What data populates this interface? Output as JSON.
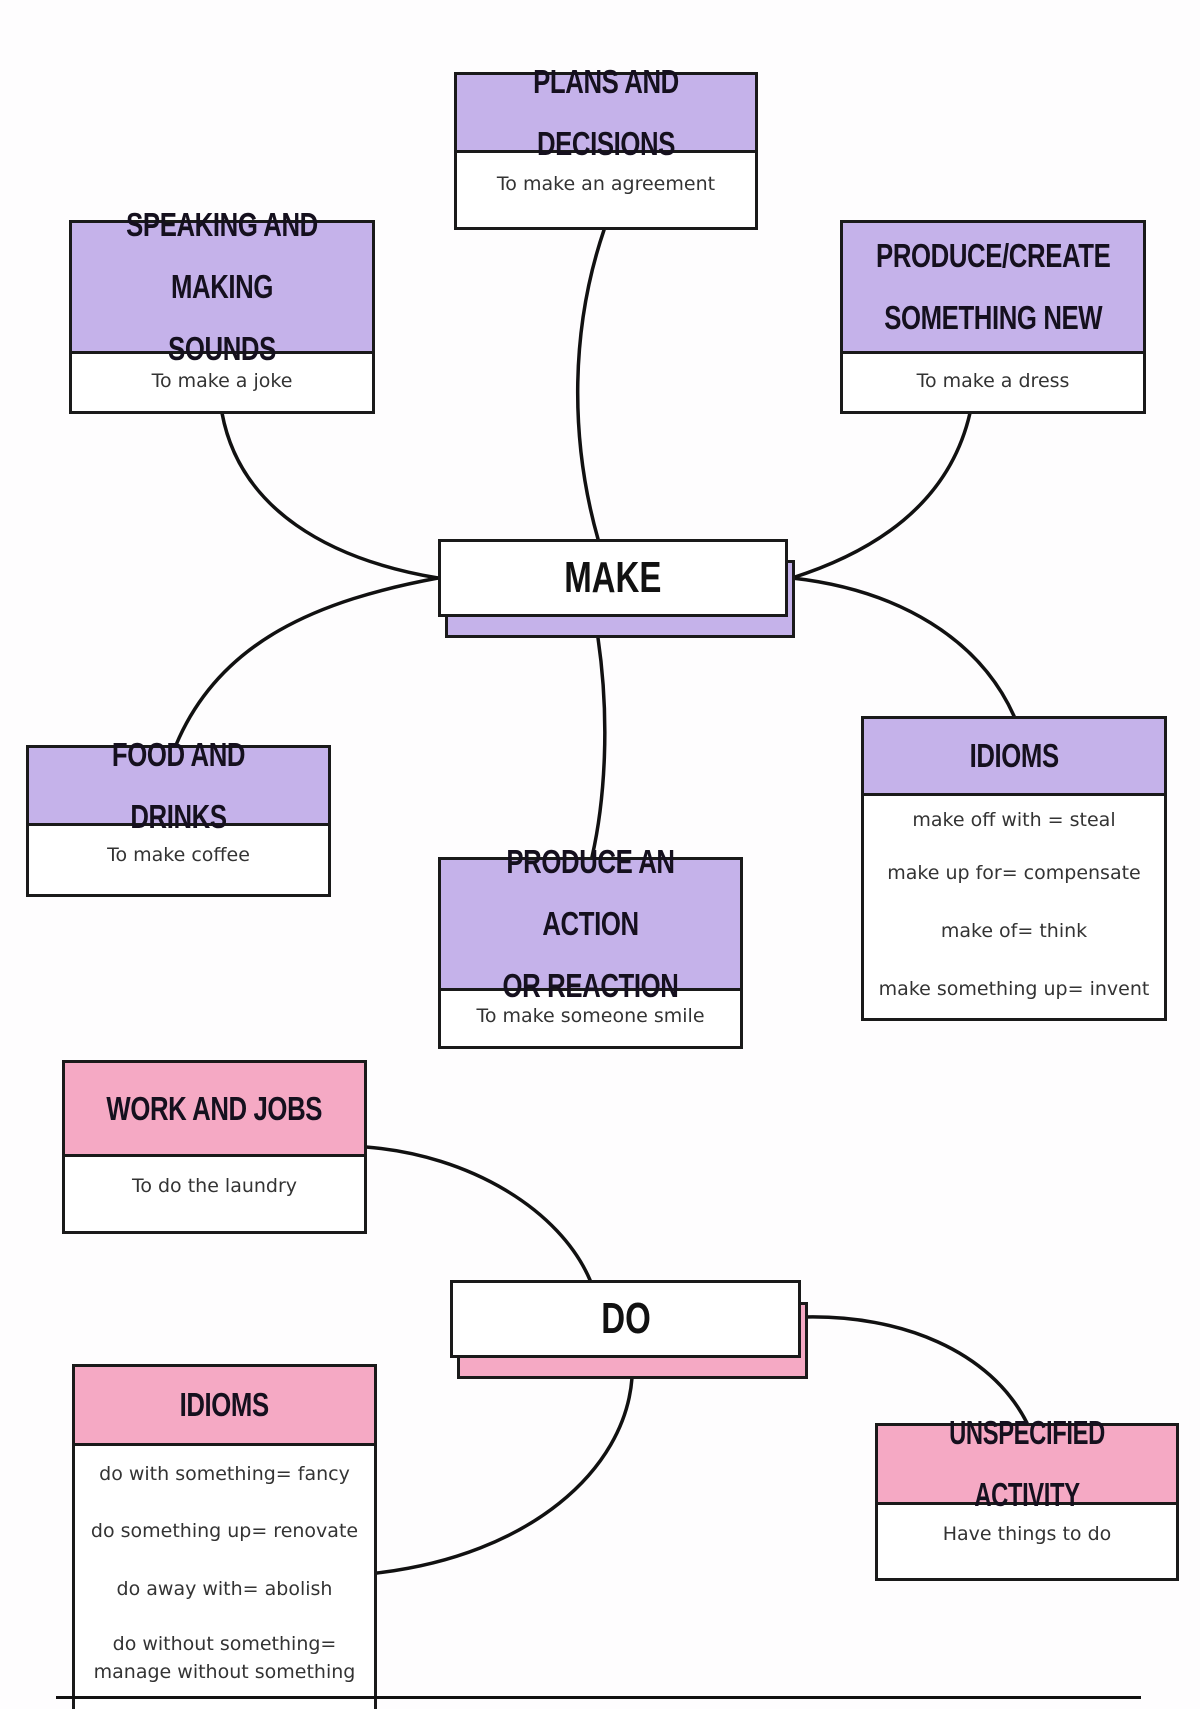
{
  "colors": {
    "make_accent": "#c5b2ea",
    "do_accent": "#f5a9c4",
    "line": "#111111"
  },
  "make": {
    "center_label": "MAKE",
    "branches": [
      {
        "id": "plans",
        "title": "PLANS AND DECISIONS",
        "items": [
          "To make an agreement"
        ]
      },
      {
        "id": "speaking",
        "title": "SPEAKING AND MAKING\nSOUNDS",
        "items": [
          "To make a joke"
        ]
      },
      {
        "id": "produce",
        "title": "PRODUCE/CREATE\nSOMETHING NEW",
        "items": [
          "To make a dress"
        ]
      },
      {
        "id": "food",
        "title": "FOOD AND DRINKS",
        "items": [
          "To make coffee"
        ]
      },
      {
        "id": "action",
        "title": "PRODUCE AN ACTION\nOR REACTION",
        "items": [
          "To make someone smile"
        ]
      },
      {
        "id": "idioms",
        "title": "IDIOMS",
        "items": [
          "make off with = steal",
          "make up for= compensate",
          "make of= think",
          "make something up= invent"
        ]
      }
    ]
  },
  "do": {
    "center_label": "DO",
    "branches": [
      {
        "id": "work",
        "title": "WORK AND JOBS",
        "items": [
          "To do the laundry"
        ]
      },
      {
        "id": "idioms",
        "title": "IDIOMS",
        "items": [
          "do with something= fancy",
          "do something up= renovate",
          "do away with= abolish",
          "do without something=\nmanage without something"
        ]
      },
      {
        "id": "unspecified",
        "title": "UNSPECIFIED ACTIVITY",
        "items": [
          "Have things to do"
        ]
      }
    ]
  }
}
